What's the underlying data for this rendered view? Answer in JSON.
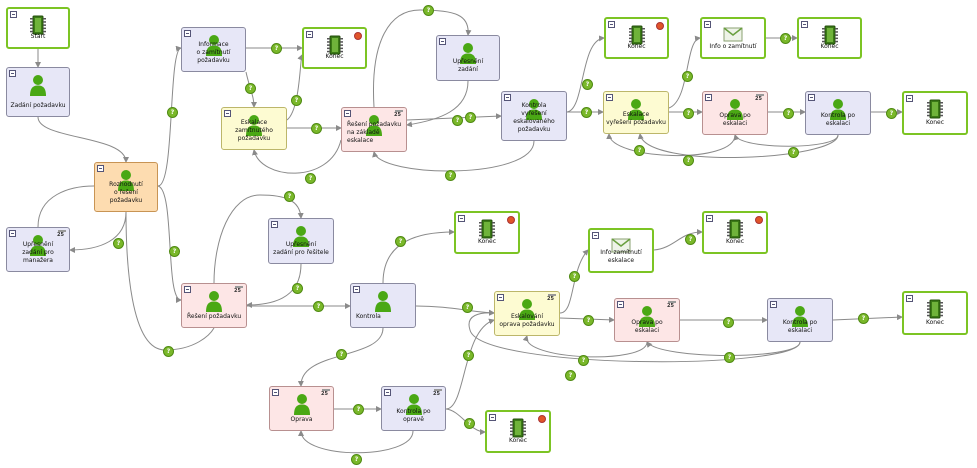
{
  "nodes": [
    {
      "id": "start",
      "label": "Start",
      "kind": "chip",
      "style": "green"
    },
    {
      "id": "zadani",
      "label": "Zadání požadavku",
      "kind": "person",
      "style": "blue"
    },
    {
      "id": "rozhodnuti",
      "label": "Rozhodnutí\no řešení požadavku",
      "kind": "person",
      "style": "orange"
    },
    {
      "id": "upresneni_manazer",
      "label": "Upřesnění\nzadání pro manažera",
      "kind": "person",
      "style": "blue",
      "badge": "25"
    },
    {
      "id": "informace_zamit",
      "label": "Informace\no zamítnutí\npožadavku",
      "kind": "person",
      "style": "blue"
    },
    {
      "id": "konec_1",
      "label": "Konec",
      "kind": "chip",
      "style": "green",
      "stop": true
    },
    {
      "id": "eskalace_zamit",
      "label": "Eskalace\nzamítnutého požadavku",
      "kind": "person",
      "style": "yellow"
    },
    {
      "id": "reseni_eskal",
      "label": "Řešení požadavku\nna základě eskalace",
      "kind": "person",
      "style": "pink",
      "badge": "25",
      "left": true
    },
    {
      "id": "upresneni_zadani",
      "label": "Upřesnění\nzadání",
      "kind": "person",
      "style": "blue"
    },
    {
      "id": "kontrola_eskal_reseni",
      "label": "Kontrola\nvyřešení eskalovaného\npožadavku",
      "kind": "person",
      "style": "blue"
    },
    {
      "id": "konec_2",
      "label": "Konec",
      "kind": "chip",
      "style": "green",
      "stop": true
    },
    {
      "id": "eskalace_vyreseni",
      "label": "Eskalace\nvyřešení požadavku",
      "kind": "person",
      "style": "yellow"
    },
    {
      "id": "info_zamit_1",
      "label": "Info o zamítnutí",
      "kind": "mail",
      "style": "green"
    },
    {
      "id": "konec_3",
      "label": "Konec",
      "kind": "chip",
      "style": "green"
    },
    {
      "id": "oprava_eskal_1",
      "label": "Oprava po\neskalaci",
      "kind": "person",
      "style": "pink",
      "badge": "25"
    },
    {
      "id": "kontrola_eskal_1",
      "label": "Kontrola po\neskalaci",
      "kind": "person",
      "style": "blue"
    },
    {
      "id": "konec_4",
      "label": "Konec",
      "kind": "chip",
      "style": "green"
    },
    {
      "id": "upresneni_resitel",
      "label": "Upřesnění\nzadání pro řešitele",
      "kind": "person",
      "style": "blue"
    },
    {
      "id": "reseni",
      "label": "Řešení požadavku",
      "kind": "person",
      "style": "pink",
      "badge": "25",
      "left": true
    },
    {
      "id": "kontrola",
      "label": "Kontrola",
      "kind": "person",
      "style": "blue",
      "left": true
    },
    {
      "id": "konec_5",
      "label": "Konec",
      "kind": "chip",
      "style": "green",
      "stop": true
    },
    {
      "id": "info_zamit_eskal",
      "label": "Info zamítnutí\neskalace",
      "kind": "mail",
      "style": "green"
    },
    {
      "id": "konec_6",
      "label": "Konec",
      "kind": "chip",
      "style": "green",
      "stop": true
    },
    {
      "id": "eskalovani_oprava",
      "label": "Eskalování\noprava požadavku",
      "kind": "person",
      "style": "yellow",
      "badge": "25"
    },
    {
      "id": "oprava_eskal_2",
      "label": "Oprava po\neskalaci",
      "kind": "person",
      "style": "pink",
      "badge": "25"
    },
    {
      "id": "kontrola_eskal_2",
      "label": "Kontrola po\neskalaci",
      "kind": "person",
      "style": "blue"
    },
    {
      "id": "konec_7",
      "label": "Konec",
      "kind": "chip",
      "style": "green"
    },
    {
      "id": "oprava",
      "label": "Oprava",
      "kind": "person",
      "style": "pink",
      "badge": "25"
    },
    {
      "id": "kontrola_oprava",
      "label": "Kontrola po\nopravě",
      "kind": "person",
      "style": "blue",
      "badge": "25"
    },
    {
      "id": "konec_8",
      "label": "Konec",
      "kind": "chip",
      "style": "green",
      "stop": true
    }
  ],
  "connector_label": "?",
  "colors": {
    "green_border": "#7cc424",
    "blue_fill": "#e7e7f7",
    "yellow_fill": "#fdfbd2",
    "pink_fill": "#fde6e6",
    "orange_fill": "#fddcb0",
    "person_icon": "#4aa814",
    "wire": "#8a8a8a",
    "connector": "#7ab82a"
  }
}
